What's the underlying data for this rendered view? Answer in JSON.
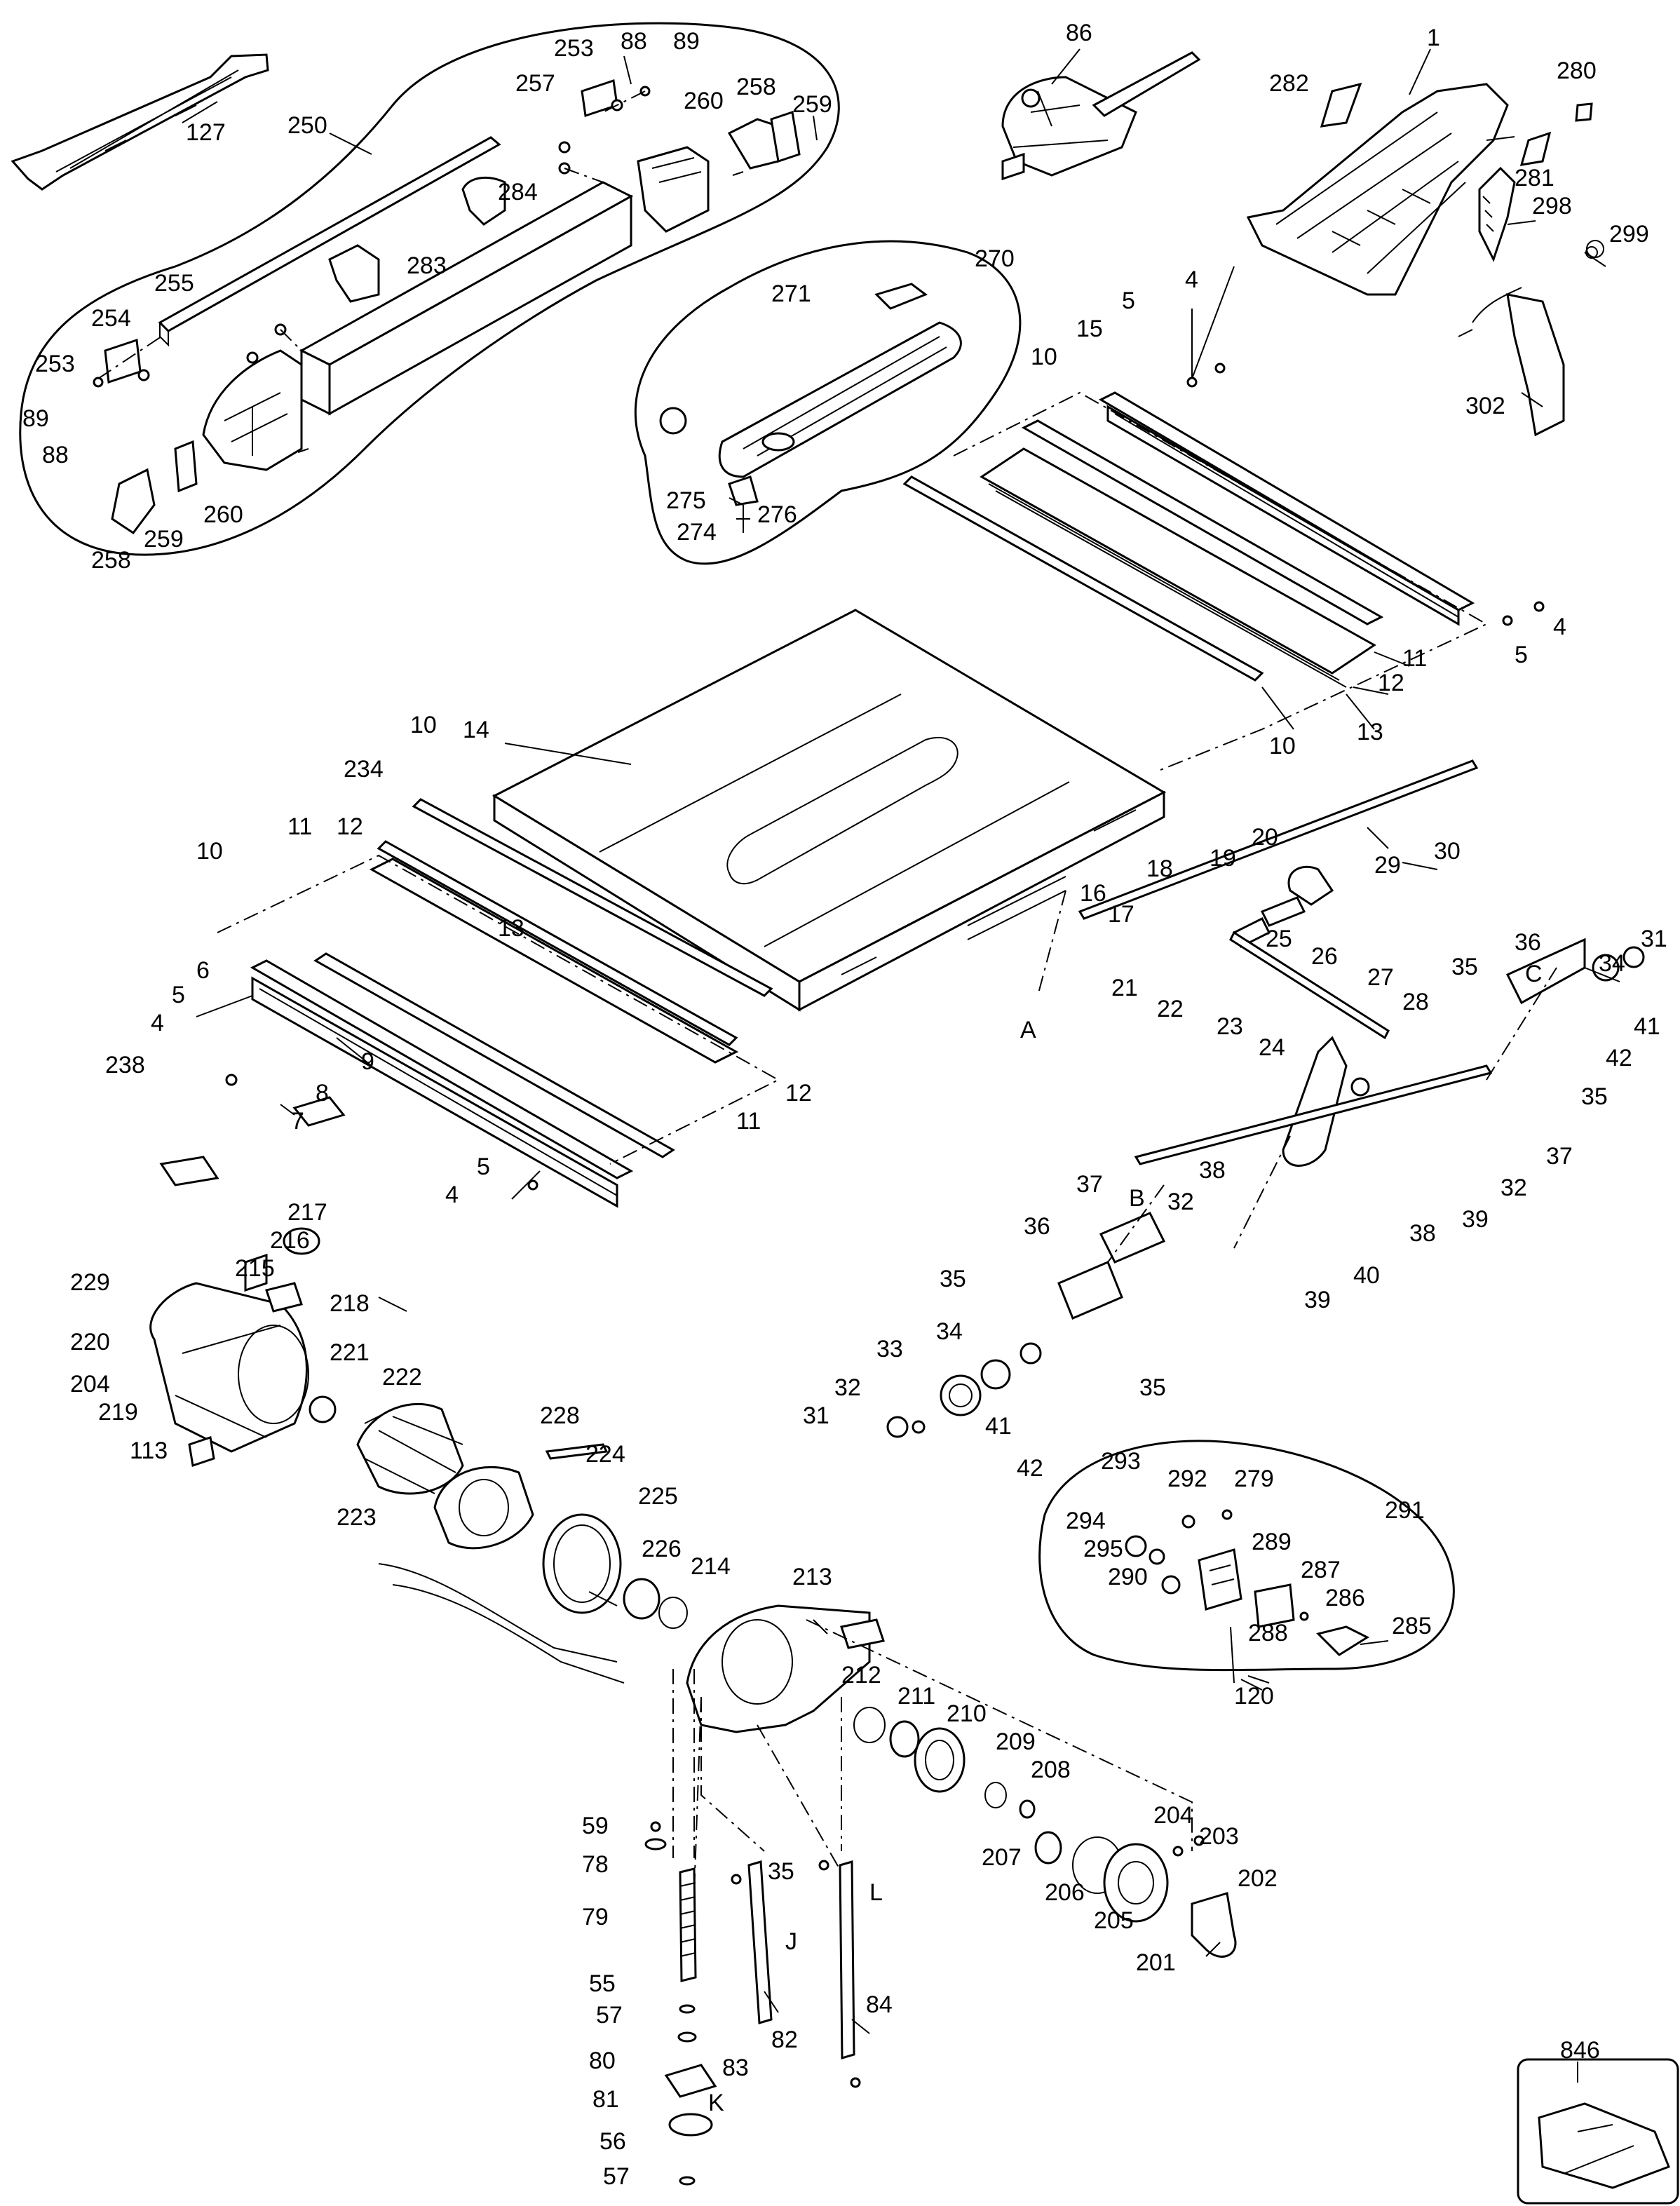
{
  "callouts": {
    "c1": "1",
    "c4a": "4",
    "c4b": "4",
    "c4c": "4",
    "c4d": "4",
    "c5a": "5",
    "c5b": "5",
    "c5c": "5",
    "c5d": "5",
    "c6": "6",
    "c7": "7",
    "c8": "8",
    "c9": "9",
    "c10a": "10",
    "c10b": "10",
    "c10c": "10",
    "c10d": "10",
    "c11a": "11",
    "c11b": "11",
    "c11c": "11",
    "c12a": "12",
    "c12b": "12",
    "c12c": "12",
    "c13a": "13",
    "c13b": "13",
    "c14": "14",
    "c15": "15",
    "c16": "16",
    "c17": "17",
    "c18": "18",
    "c19": "19",
    "c20": "20",
    "c21": "21",
    "c22": "22",
    "c23": "23",
    "c24": "24",
    "c25": "25",
    "c26": "26",
    "c27": "27",
    "c28": "28",
    "c29": "29",
    "c30": "30",
    "c31a": "31",
    "c31b": "31",
    "c32a": "32",
    "c32b": "32",
    "c32c": "32",
    "c33": "33",
    "c34a": "34",
    "c34b": "34",
    "c35a": "35",
    "c35b": "35",
    "c35c": "35",
    "c35d": "35",
    "c35e": "35",
    "c36a": "36",
    "c36b": "36",
    "c37a": "37",
    "c37b": "37",
    "c38a": "38",
    "c38b": "38",
    "c39a": "39",
    "c39b": "39",
    "c40": "40",
    "c41a": "41",
    "c41b": "41",
    "c42a": "42",
    "c42b": "42",
    "c55": "55",
    "c56": "56",
    "c57a": "57",
    "c57b": "57",
    "c59": "59",
    "c78": "78",
    "c79": "79",
    "c80": "80",
    "c81": "81",
    "c82": "82",
    "c83": "83",
    "c84": "84",
    "c86": "86",
    "c88a": "88",
    "c88b": "88",
    "c89a": "89",
    "c89b": "89",
    "c113": "113",
    "c120": "120",
    "c127": "127",
    "c201": "201",
    "c202": "202",
    "c203": "203",
    "c204a": "204",
    "c204b": "204",
    "c205": "205",
    "c206": "206",
    "c207": "207",
    "c208": "208",
    "c209": "209",
    "c210": "210",
    "c211": "211",
    "c212": "212",
    "c213": "213",
    "c214": "214",
    "c215": "215",
    "c216": "216",
    "c217": "217",
    "c218": "218",
    "c219": "219",
    "c220": "220",
    "c221": "221",
    "c222": "222",
    "c223": "223",
    "c224": "224",
    "c225": "225",
    "c226": "226",
    "c228": "228",
    "c229": "229",
    "c234": "234",
    "c238": "238",
    "c250": "250",
    "c253a": "253",
    "c253b": "253",
    "c254": "254",
    "c255": "255",
    "c257": "257",
    "c258a": "258",
    "c258b": "258",
    "c259a": "259",
    "c259b": "259",
    "c260a": "260",
    "c260b": "260",
    "c270": "270",
    "c271": "271",
    "c274": "274",
    "c275": "275",
    "c276": "276",
    "c279": "279",
    "c280": "280",
    "c281": "281",
    "c282": "282",
    "c283": "283",
    "c284": "284",
    "c285": "285",
    "c286": "286",
    "c287": "287",
    "c288": "288",
    "c289": "289",
    "c290": "290",
    "c291": "291",
    "c292": "292",
    "c293": "293",
    "c294": "294",
    "c295": "295",
    "c298": "298",
    "c299": "299",
    "c302": "302",
    "c846": "846"
  },
  "connectors": {
    "A": "A",
    "B": "B",
    "C": "C",
    "J": "J",
    "K": "K",
    "L": "L"
  }
}
